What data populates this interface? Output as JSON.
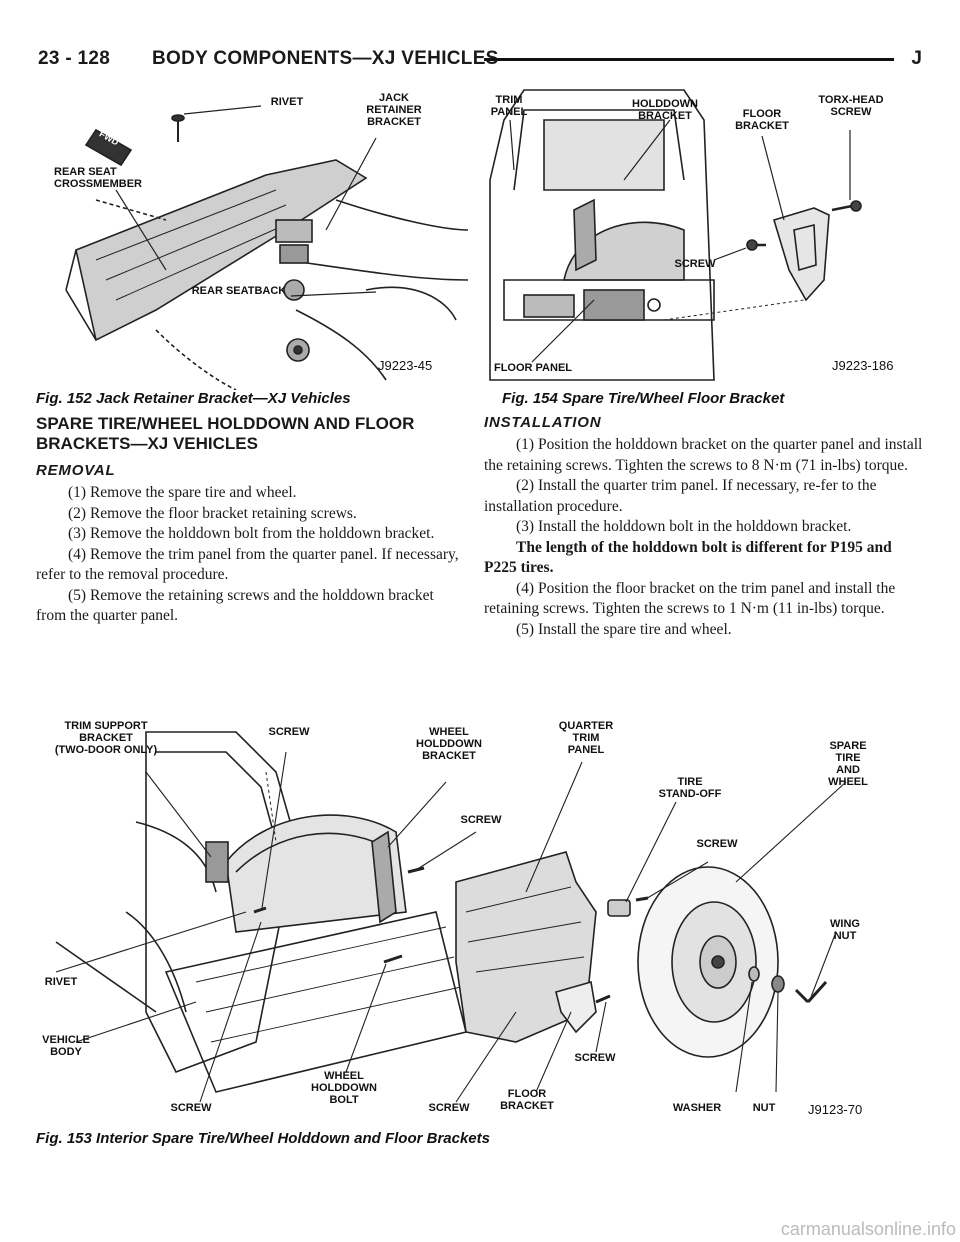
{
  "header": {
    "page_number": "23 - 128",
    "section": "BODY COMPONENTS—XJ VEHICLES",
    "code": "J"
  },
  "fig152": {
    "labels": {
      "rivet": "RIVET",
      "jack_bracket": "JACK\nRETAINER\nBRACKET",
      "crossmember": "REAR SEAT\nCROSSMEMBER",
      "seatback": "REAR SEATBACK",
      "fwd": "FWD"
    },
    "code": "J9223-45",
    "caption": "Fig. 152 Jack Retainer Bracket—XJ Vehicles"
  },
  "fig154": {
    "labels": {
      "trim_panel": "TRIM\nPANEL",
      "holddown": "HOLDDOWN\nBRACKET",
      "floor_bracket": "FLOOR\nBRACKET",
      "torx": "TORX-HEAD\nSCREW",
      "screw": "SCREW",
      "floor_panel": "FLOOR PANEL"
    },
    "code": "J9223-186",
    "caption": "Fig. 154 Spare Tire/Wheel Floor Bracket"
  },
  "left_column": {
    "title": "SPARE TIRE/WHEEL HOLDDOWN AND FLOOR BRACKETS—XJ VEHICLES",
    "subtitle": "REMOVAL",
    "steps": [
      "(1) Remove the spare tire and wheel.",
      "(2) Remove the floor bracket retaining screws.",
      "(3) Remove the holddown bolt from the holddown bracket.",
      "(4) Remove the trim panel from the quarter panel. If necessary, refer to the removal procedure.",
      "(5) Remove the retaining screws and the holddown bracket from the quarter panel."
    ]
  },
  "right_column": {
    "subtitle": "INSTALLATION",
    "step1": "(1) Position the holddown bracket on the quarter panel and install the retaining screws. Tighten the screws to 8 N·m (71 in-lbs) torque.",
    "step2": "(2) Install the quarter trim panel. If necessary, re-fer to the installation procedure.",
    "step3": "(3) Install the holddown bolt in the holddown bracket.",
    "note": "The length of the holddown bolt is different for P195 and P225 tires.",
    "step4": "(4) Position the floor bracket on the trim panel and install the retaining screws. Tighten the screws to 1 N·m (11 in-lbs) torque.",
    "step5": "(5) Install the spare tire and wheel."
  },
  "fig153": {
    "labels": {
      "trim_support": "TRIM SUPPORT\nBRACKET\n(TWO-DOOR ONLY)",
      "screw_top": "SCREW",
      "wheel_holddown_bracket": "WHEEL\nHOLDDOWN\nBRACKET",
      "quarter_trim": "QUARTER\nTRIM\nPANEL",
      "spare_tire": "SPARE\nTIRE\nAND\nWHEEL",
      "tire_standoff": "TIRE\nSTAND-OFF",
      "screw_mid": "SCREW",
      "screw_right": "SCREW",
      "wing_nut": "WING\nNUT",
      "rivet": "RIVET",
      "vehicle_body": "VEHICLE\nBODY",
      "screw_bottom_left": "SCREW",
      "holddown_bolt": "WHEEL\nHOLDDOWN\nBOLT",
      "screw_bottom_mid": "SCREW",
      "floor_bracket": "FLOOR\nBRACKET",
      "screw_bottom_right": "SCREW",
      "washer": "WASHER",
      "nut": "NUT"
    },
    "code": "J9123-70",
    "caption": "Fig. 153 Interior Spare Tire/Wheel Holddown and Floor Brackets"
  },
  "watermark": "carmanualsonline.info"
}
